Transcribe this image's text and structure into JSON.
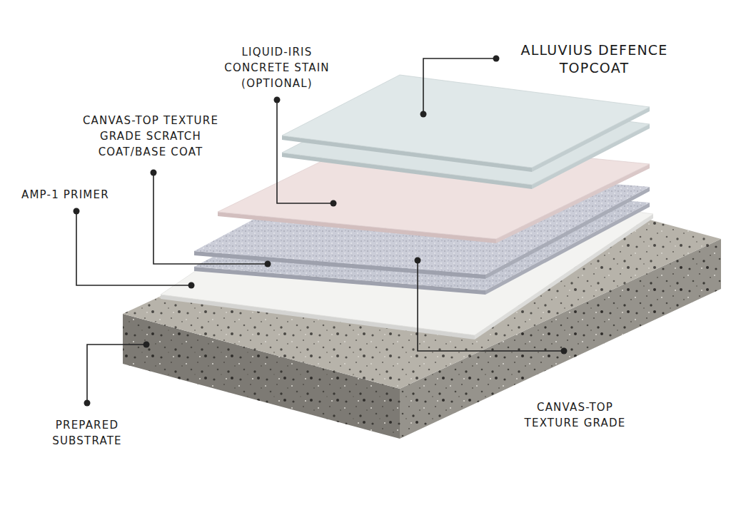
{
  "diagram": {
    "labels": [
      "LIQUID-IRIS CONCRETE STAIN (OPTIONAL)",
      "ALLUVIUS DEFENCE TOPCOAT",
      "CANVAS-TOP TEXTURE GRADE SCRATCH COAT/BASE COAT",
      "AMP-1 PRIMER",
      "CANVAS-TOP TEXTURE GRADE",
      "PREPARED SUBSTRATE"
    ]
  }
}
